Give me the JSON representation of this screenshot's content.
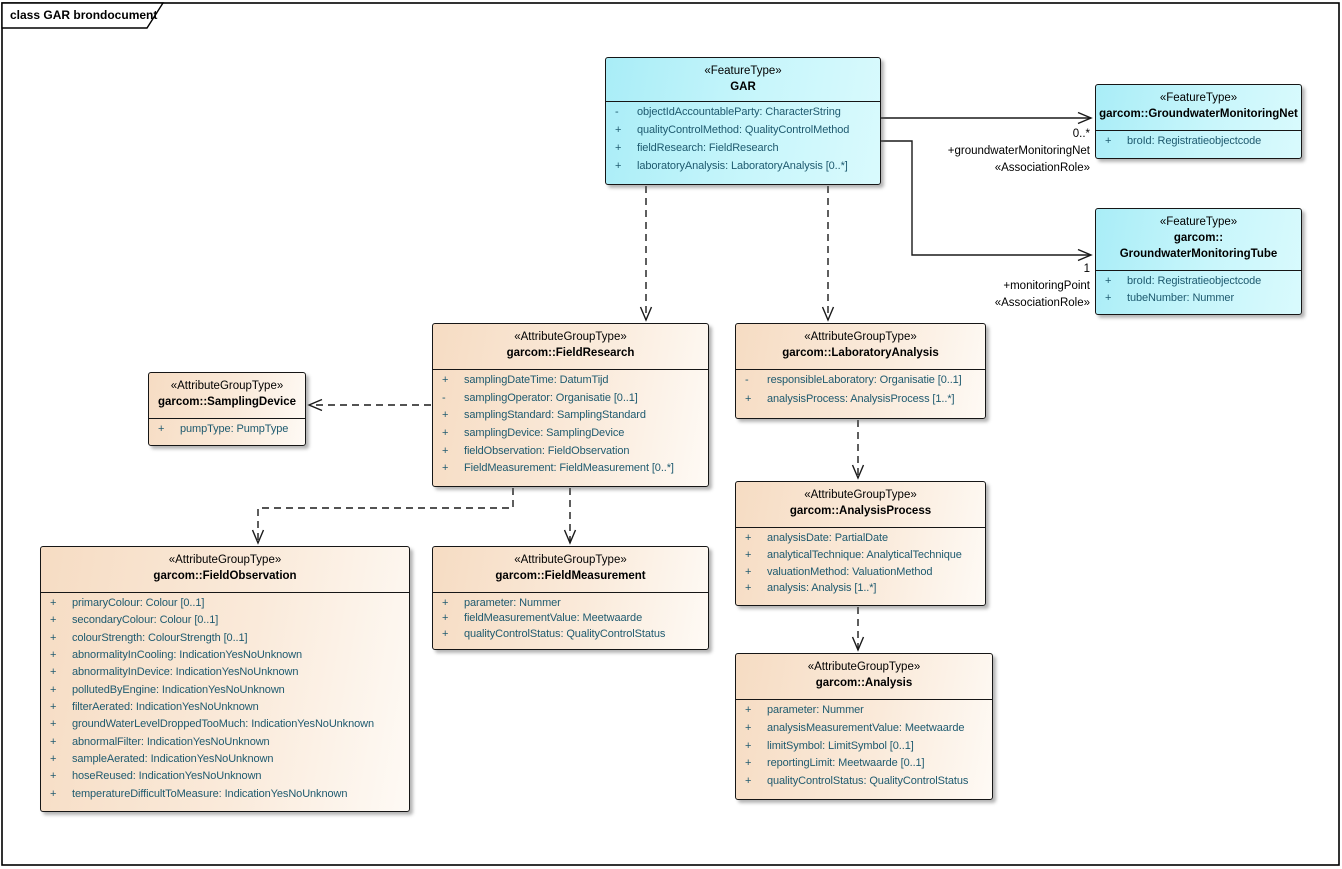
{
  "diagram": {
    "title": "class GAR brondocument",
    "colors": {
      "feature_fill": "#b9f3fa",
      "group_fill": "#f6dcc3",
      "attribute_text": "#1e5a6f",
      "border": "#161616"
    }
  },
  "classes": [
    {
      "id": "gar",
      "kind": "feature",
      "stereotype": "«FeatureType»",
      "name_lines": [
        "GAR"
      ],
      "attributes": [
        {
          "vis": "-",
          "text": "objectIdAccountableParty: CharacterString"
        },
        {
          "vis": "+",
          "text": "qualityControlMethod: QualityControlMethod"
        },
        {
          "vis": "+",
          "text": "fieldResearch: FieldResearch"
        },
        {
          "vis": "+",
          "text": "laboratoryAnalysis: LaboratoryAnalysis [0..*]"
        }
      ]
    },
    {
      "id": "groundwaterMonitoringNet",
      "kind": "feature",
      "stereotype": "«FeatureType»",
      "name_lines": [
        "garcom::GroundwaterMonitoringNet"
      ],
      "attributes": [
        {
          "vis": "+",
          "text": "broId: Registratieobjectcode"
        }
      ]
    },
    {
      "id": "groundwaterMonitoringTube",
      "kind": "feature",
      "stereotype": "«FeatureType»",
      "name_lines": [
        "garcom::",
        "GroundwaterMonitoringTube"
      ],
      "attributes": [
        {
          "vis": "+",
          "text": "broId: Registratieobjectcode"
        },
        {
          "vis": "+",
          "text": "tubeNumber: Nummer"
        }
      ]
    },
    {
      "id": "fieldResearch",
      "kind": "group",
      "stereotype": "«AttributeGroupType»",
      "name_lines": [
        "garcom::FieldResearch"
      ],
      "attributes": [
        {
          "vis": "+",
          "text": "samplingDateTime: DatumTijd"
        },
        {
          "vis": "-",
          "text": "samplingOperator: Organisatie [0..1]"
        },
        {
          "vis": "+",
          "text": "samplingStandard: SamplingStandard"
        },
        {
          "vis": "+",
          "text": "samplingDevice: SamplingDevice"
        },
        {
          "vis": "+",
          "text": "fieldObservation: FieldObservation"
        },
        {
          "vis": "+",
          "text": "FieldMeasurement: FieldMeasurement [0..*]"
        }
      ]
    },
    {
      "id": "laboratoryAnalysis",
      "kind": "group",
      "stereotype": "«AttributeGroupType»",
      "name_lines": [
        "garcom::LaboratoryAnalysis"
      ],
      "attributes": [
        {
          "vis": "-",
          "text": "responsibleLaboratory: Organisatie [0..1]"
        },
        {
          "vis": "+",
          "text": "analysisProcess: AnalysisProcess [1..*]"
        }
      ]
    },
    {
      "id": "samplingDevice",
      "kind": "group",
      "stereotype": "«AttributeGroupType»",
      "name_lines": [
        "garcom::SamplingDevice"
      ],
      "attributes": [
        {
          "vis": "+",
          "text": "pumpType: PumpType"
        }
      ]
    },
    {
      "id": "analysisProcess",
      "kind": "group",
      "stereotype": "«AttributeGroupType»",
      "name_lines": [
        "garcom::AnalysisProcess"
      ],
      "attributes": [
        {
          "vis": "+",
          "text": "analysisDate: PartialDate"
        },
        {
          "vis": "+",
          "text": "analyticalTechnique: AnalyticalTechnique"
        },
        {
          "vis": "+",
          "text": "valuationMethod: ValuationMethod"
        },
        {
          "vis": "+",
          "text": "analysis: Analysis [1..*]"
        }
      ]
    },
    {
      "id": "fieldObservation",
      "kind": "group",
      "stereotype": "«AttributeGroupType»",
      "name_lines": [
        "garcom::FieldObservation"
      ],
      "attributes": [
        {
          "vis": "+",
          "text": "primaryColour: Colour [0..1]"
        },
        {
          "vis": "+",
          "text": "secondaryColour: Colour [0..1]"
        },
        {
          "vis": "+",
          "text": "colourStrength: ColourStrength [0..1]"
        },
        {
          "vis": "+",
          "text": "abnormalityInCooling: IndicationYesNoUnknown"
        },
        {
          "vis": "+",
          "text": "abnormalityInDevice: IndicationYesNoUnknown"
        },
        {
          "vis": "+",
          "text": "pollutedByEngine: IndicationYesNoUnknown"
        },
        {
          "vis": "+",
          "text": "filterAerated: IndicationYesNoUnknown"
        },
        {
          "vis": "+",
          "text": "groundWaterLevelDroppedTooMuch: IndicationYesNoUnknown"
        },
        {
          "vis": "+",
          "text": "abnormalFilter: IndicationYesNoUnknown"
        },
        {
          "vis": "+",
          "text": "sampleAerated: IndicationYesNoUnknown"
        },
        {
          "vis": "+",
          "text": "hoseReused: IndicationYesNoUnknown"
        },
        {
          "vis": "+",
          "text": "temperatureDifficultToMeasure: IndicationYesNoUnknown"
        }
      ]
    },
    {
      "id": "fieldMeasurement",
      "kind": "group",
      "stereotype": "«AttributeGroupType»",
      "name_lines": [
        "garcom::FieldMeasurement"
      ],
      "attributes": [
        {
          "vis": "+",
          "text": "parameter: Nummer"
        },
        {
          "vis": "+",
          "text": "fieldMeasurementValue: Meetwaarde"
        },
        {
          "vis": "+",
          "text": "qualityControlStatus: QualityControlStatus"
        }
      ]
    },
    {
      "id": "analysis",
      "kind": "group",
      "stereotype": "«AttributeGroupType»",
      "name_lines": [
        "garcom::Analysis"
      ],
      "attributes": [
        {
          "vis": "+",
          "text": "parameter: Nummer"
        },
        {
          "vis": "+",
          "text": "analysisMeasurementValue: Meetwaarde"
        },
        {
          "vis": "+",
          "text": "limitSymbol: LimitSymbol [0..1]"
        },
        {
          "vis": "+",
          "text": "reportingLimit: Meetwaarde [0..1]"
        },
        {
          "vis": "+",
          "text": "qualityControlStatus: QualityControlStatus"
        }
      ]
    }
  ],
  "connectors": [
    {
      "id": "gar-groundwaterMonitoringNet",
      "type": "association",
      "labels": [
        "0..*",
        "+groundwaterMonitoringNet",
        "«AssociationRole»"
      ]
    },
    {
      "id": "gar-monitoringPoint",
      "type": "association",
      "labels": [
        "1",
        "+monitoringPoint",
        "«AssociationRole»"
      ]
    },
    {
      "id": "gar-fieldResearch",
      "type": "dependency",
      "labels": []
    },
    {
      "id": "gar-laboratoryAnalysis",
      "type": "dependency",
      "labels": []
    },
    {
      "id": "fieldResearch-samplingDevice",
      "type": "dependency",
      "labels": []
    },
    {
      "id": "fieldResearch-fieldObservation",
      "type": "dependency",
      "labels": []
    },
    {
      "id": "fieldResearch-fieldMeasurement",
      "type": "dependency",
      "labels": []
    },
    {
      "id": "laboratoryAnalysis-analysisProcess",
      "type": "dependency",
      "labels": []
    },
    {
      "id": "analysisProcess-analysis",
      "type": "dependency",
      "labels": []
    }
  ]
}
